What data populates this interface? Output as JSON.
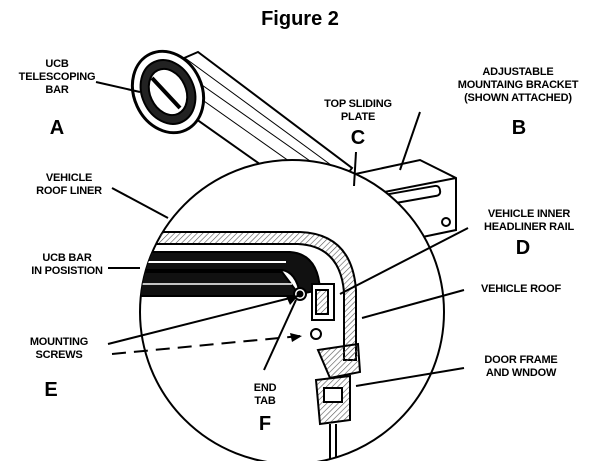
{
  "figure": {
    "title": "Figure 2"
  },
  "labels": {
    "telescoping_bar": {
      "lines": [
        "UCB",
        "TELESCOPING",
        "BAR"
      ],
      "letter": "A"
    },
    "mounting_bracket": {
      "lines": [
        "ADJUSTABLE",
        "MOUNTAING BRACKET",
        "(SHOWN ATTACHED)"
      ],
      "letter": "B"
    },
    "top_sliding_plate": {
      "lines": [
        "TOP SLIDING",
        "PLATE"
      ],
      "letter": "C"
    },
    "headliner_rail": {
      "lines": [
        "VEHICLE INNER",
        "HEADLINER RAIL"
      ],
      "letter": "D"
    },
    "mounting_screws": {
      "lines": [
        "MOUNTING",
        "SCREWS"
      ],
      "letter": "E"
    },
    "end_tab": {
      "lines": [
        "END",
        "TAB"
      ],
      "letter": "F"
    },
    "roof_liner": {
      "lines": [
        "VEHICLE",
        "ROOF LINER"
      ]
    },
    "bar_in_position": {
      "lines": [
        "UCB BAR",
        "IN POSISTION"
      ]
    },
    "vehicle_roof": {
      "lines": [
        "VEHICLE ROOF"
      ]
    },
    "door_frame": {
      "lines": [
        "DOOR  FRAME",
        "AND WNDOW"
      ]
    }
  },
  "colors": {
    "ink": "#000000",
    "fill_dark": "#111111",
    "paper": "#ffffff",
    "hatch": "#555555"
  }
}
